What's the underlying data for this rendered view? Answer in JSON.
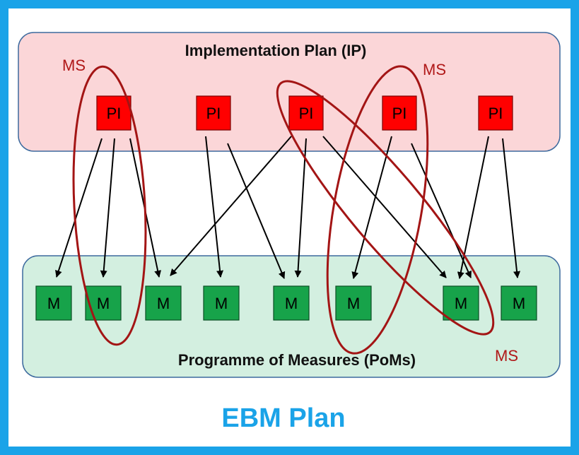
{
  "diagram": {
    "ip_title": "Implementation Plan (IP)",
    "poms_title": "Programme of Measures (PoMs)",
    "plan_title": "EBM Plan",
    "pi_label": "PI",
    "m_label": "M",
    "ms_label": "MS",
    "colors": {
      "frame": "#1aa3e8",
      "ip_region": "#fbd6d8",
      "poms_region": "#d3efe0",
      "pi_box": "#ff0000",
      "m_box": "#17a34a",
      "ms_ellipse": "#a31515"
    },
    "pi_nodes": [
      "pi-1",
      "pi-2",
      "pi-3",
      "pi-4",
      "pi-5"
    ],
    "m_nodes": [
      "m-1",
      "m-2",
      "m-3",
      "m-4",
      "m-5",
      "m-6",
      "m-7",
      "m-8"
    ],
    "links": [
      {
        "from": "pi-1",
        "to": "m-1"
      },
      {
        "from": "pi-1",
        "to": "m-2"
      },
      {
        "from": "pi-1",
        "to": "m-3"
      },
      {
        "from": "pi-2",
        "to": "m-4"
      },
      {
        "from": "pi-2",
        "to": "m-5"
      },
      {
        "from": "pi-3",
        "to": "m-3"
      },
      {
        "from": "pi-3",
        "to": "m-5"
      },
      {
        "from": "pi-3",
        "to": "m-7"
      },
      {
        "from": "pi-4",
        "to": "m-6"
      },
      {
        "from": "pi-4",
        "to": "m-7"
      },
      {
        "from": "pi-5",
        "to": "m-7"
      },
      {
        "from": "pi-5",
        "to": "m-8"
      }
    ]
  }
}
